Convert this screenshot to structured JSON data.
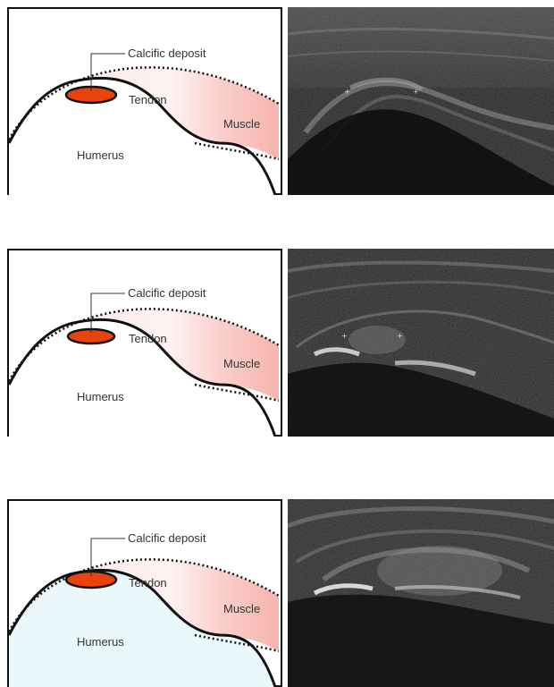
{
  "panels": [
    {
      "labels": {
        "deposit": "Calcific deposit",
        "tendon": "Tendon",
        "muscle": "Muscle",
        "bone": "Humerus"
      },
      "colors": {
        "deposit": "#e8430a",
        "tendon": "#f9d6d2",
        "bone": "#ffffff"
      },
      "deposit_size": "large"
    },
    {
      "labels": {
        "deposit": "Calcific deposit",
        "tendon": "Tendon",
        "muscle": "Muscle",
        "bone": "Humerus"
      },
      "colors": {
        "deposit": "#e8430a",
        "tendon": "#f9d6d2",
        "bone": "#ffffff"
      },
      "deposit_size": "medium"
    },
    {
      "labels": {
        "deposit": "Calcific deposit",
        "tendon": "Tendon",
        "muscle": "Muscle",
        "bone": "Humerus"
      },
      "colors": {
        "deposit": "#e8430a",
        "tendon": "#f9d6d2",
        "bone": "#eaf8fb"
      },
      "deposit_size": "large"
    }
  ]
}
